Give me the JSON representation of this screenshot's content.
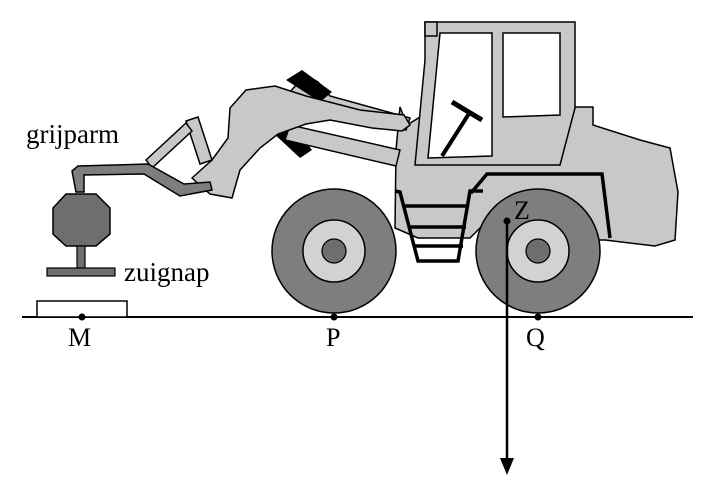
{
  "labels": {
    "arm": "grijparm",
    "suction_cup": "zuignap",
    "point_m": "M",
    "point_p": "P",
    "point_q": "Q",
    "point_z": "Z"
  },
  "colors": {
    "body": "#c8c8c8",
    "tire": "#7e7e7e",
    "hub": "#d2d2d2",
    "hub_center": "#6e6e6e",
    "gripper": "#6e6e6e",
    "outline": "#000000",
    "window": "#ffffff"
  }
}
